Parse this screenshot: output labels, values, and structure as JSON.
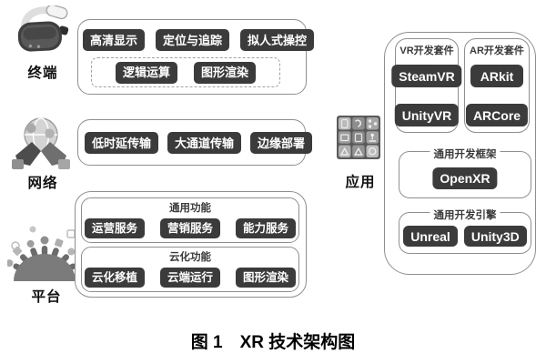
{
  "figure": {
    "caption": "图 1　XR 技术架构图"
  },
  "colors": {
    "chip_background": "#3b3b3b",
    "chip_text": "#ffffff",
    "box_border": "#8f8f8f",
    "dashed_border": "#a0a0a0",
    "label_text": "#121212"
  },
  "rows": [
    {
      "label": "终端",
      "icon": "vr-headset-icon",
      "chips_row1": [
        "高清显示",
        "定位与追踪",
        "拟人式操控"
      ],
      "dashed_chips": [
        "逻辑运算",
        "图形渲染"
      ]
    },
    {
      "label": "网络",
      "icon": "globe-hands-icon",
      "chips": [
        "低时延传输",
        "大通道传输",
        "边缘部署"
      ]
    },
    {
      "label": "平台",
      "icon": "platform-plugs-icon",
      "groups": [
        {
          "title": "通用功能",
          "chips": [
            "运营服务",
            "营销服务",
            "能力服务"
          ]
        },
        {
          "title": "云化功能",
          "chips": [
            "云化移植",
            "云端运行",
            "图形渲染"
          ]
        }
      ]
    }
  ],
  "application": {
    "label": "应用",
    "icon": "app-grid-icon",
    "kits": [
      {
        "title": "VR开发套件",
        "chips": [
          "SteamVR",
          "UnityVR"
        ]
      },
      {
        "title": "AR开发套件",
        "chips": [
          "ARkit",
          "ARCore"
        ]
      }
    ],
    "framework": {
      "title": "通用开发框架",
      "chips": [
        "OpenXR"
      ]
    },
    "engine": {
      "title": "通用开发引擎",
      "chips": [
        "Unreal",
        "Unity3D"
      ]
    }
  }
}
